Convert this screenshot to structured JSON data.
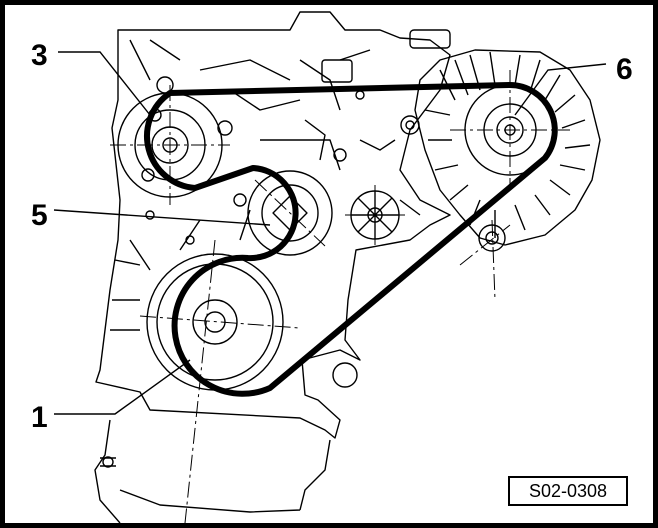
{
  "callouts": {
    "item_1": "1",
    "item_3": "3",
    "item_5": "5",
    "item_6": "6"
  },
  "reference_code": "S02-0308",
  "colors": {
    "line": "#000000",
    "background": "#ffffff"
  }
}
